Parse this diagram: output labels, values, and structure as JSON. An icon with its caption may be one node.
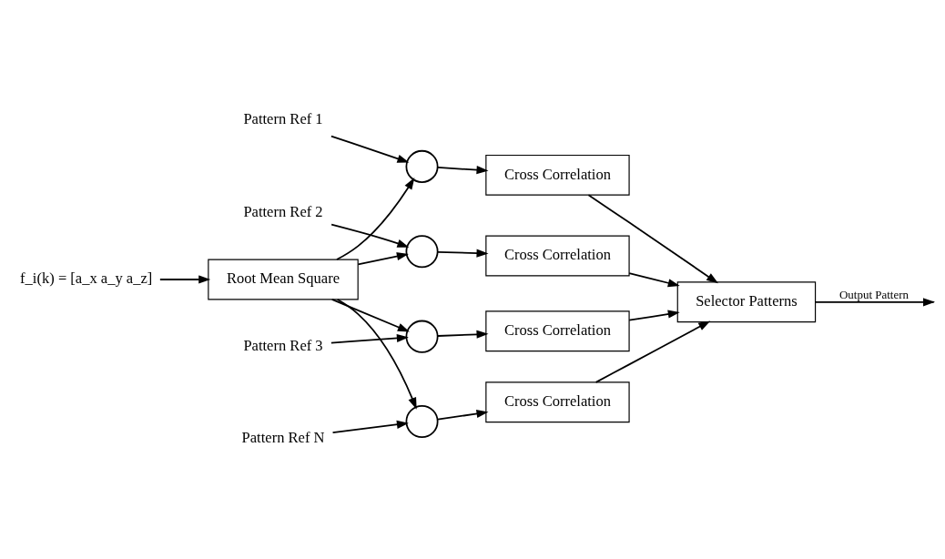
{
  "diagram": {
    "nodes": [
      {
        "text": [
          "f_i(k) = [a_x a_y a_z]"
        ]
      },
      {
        "text": [
          "Root Mean Square"
        ]
      },
      {
        "text": [
          "Pattern Ref 1"
        ]
      },
      {
        "text": [],
        "shape": "circle"
      },
      {
        "text": [
          "Cross Correlation"
        ]
      },
      {
        "text": [
          "Pattern Ref 2"
        ]
      },
      {
        "text": [],
        "shape": "circle"
      },
      {
        "text": [
          "Cross Correlation"
        ]
      },
      {
        "text": [
          "Pattern Ref 3"
        ]
      },
      {
        "text": [],
        "shape": "circle"
      },
      {
        "text": [
          "Cross Correlation"
        ]
      },
      {
        "text": [
          "Pattern Ref N"
        ]
      },
      {
        "text": [],
        "shape": "circle"
      },
      {
        "text": [
          "Cross Correlation"
        ]
      },
      {
        "text": [
          "Selector Patterns"
        ]
      }
    ],
    "edges": [
      {
        "from": 0,
        "to": 1,
        "arrow": "to"
      },
      {
        "from": 1,
        "to": 3,
        "arrow": "to"
      },
      {
        "from": 1,
        "to": 6,
        "arrow": "to"
      },
      {
        "from": 1,
        "to": 9,
        "arrow": "to"
      },
      {
        "from": 1,
        "to": 12,
        "arrow": "to"
      },
      {
        "from": 2,
        "to": 3,
        "arrow": "to"
      },
      {
        "from": 3,
        "to": 4,
        "arrow": "to"
      },
      {
        "from": 5,
        "to": 6,
        "arrow": "to"
      },
      {
        "from": 6,
        "to": 7,
        "arrow": "to"
      },
      {
        "from": 8,
        "to": 9,
        "arrow": "to"
      },
      {
        "from": 9,
        "to": 10,
        "arrow": "to"
      },
      {
        "from": 11,
        "to": 12,
        "arrow": "to"
      },
      {
        "from": 12,
        "to": 13,
        "arrow": "to"
      },
      {
        "from": 4,
        "to": 14,
        "arrow": "to"
      },
      {
        "from": 7,
        "to": 14,
        "arrow": "to"
      },
      {
        "from": 10,
        "to": 14,
        "arrow": "to"
      },
      {
        "from": 13,
        "to": 14,
        "arrow": "to"
      },
      {
        "from": 14,
        "to": null,
        "label": "Output Pattern",
        "arrow": "to"
      }
    ]
  }
}
